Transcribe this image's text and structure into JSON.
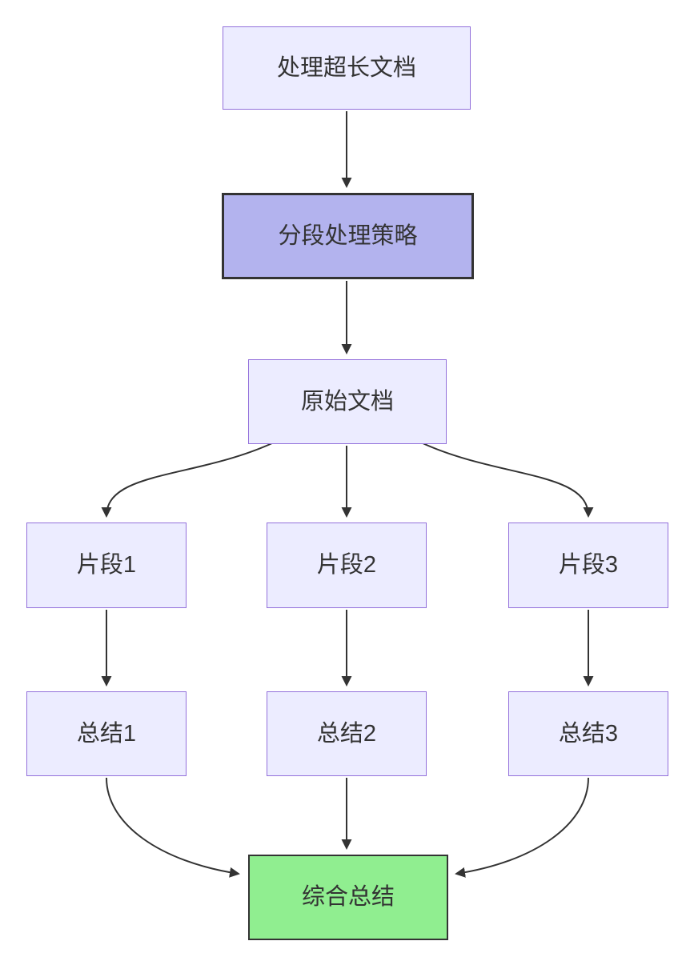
{
  "diagram": {
    "type": "flowchart",
    "direction": "top-down",
    "nodes": [
      {
        "id": "A",
        "label": "处理超长文档",
        "style": "default"
      },
      {
        "id": "B",
        "label": "分段处理策略",
        "style": "highlight"
      },
      {
        "id": "C",
        "label": "原始文档",
        "style": "default"
      },
      {
        "id": "D1",
        "label": "片段1",
        "style": "default"
      },
      {
        "id": "D2",
        "label": "片段2",
        "style": "default"
      },
      {
        "id": "D3",
        "label": "片段3",
        "style": "default"
      },
      {
        "id": "E1",
        "label": "总结1",
        "style": "default"
      },
      {
        "id": "E2",
        "label": "总结2",
        "style": "default"
      },
      {
        "id": "E3",
        "label": "总结3",
        "style": "default"
      },
      {
        "id": "F",
        "label": "综合总结",
        "style": "success"
      }
    ],
    "edges": [
      {
        "from": "A",
        "to": "B"
      },
      {
        "from": "B",
        "to": "C"
      },
      {
        "from": "C",
        "to": "D1"
      },
      {
        "from": "C",
        "to": "D2"
      },
      {
        "from": "C",
        "to": "D3"
      },
      {
        "from": "D1",
        "to": "E1"
      },
      {
        "from": "D2",
        "to": "E2"
      },
      {
        "from": "D3",
        "to": "E3"
      },
      {
        "from": "E1",
        "to": "F"
      },
      {
        "from": "E2",
        "to": "F"
      },
      {
        "from": "E3",
        "to": "F"
      }
    ],
    "colors": {
      "node_fill": "#ECECFF",
      "node_border": "#9370DB",
      "highlight_fill": "#B3B3EE",
      "highlight_border": "#333333",
      "success_fill": "#90EE90",
      "success_border": "#333333",
      "edge": "#333333",
      "text": "#333333"
    }
  }
}
